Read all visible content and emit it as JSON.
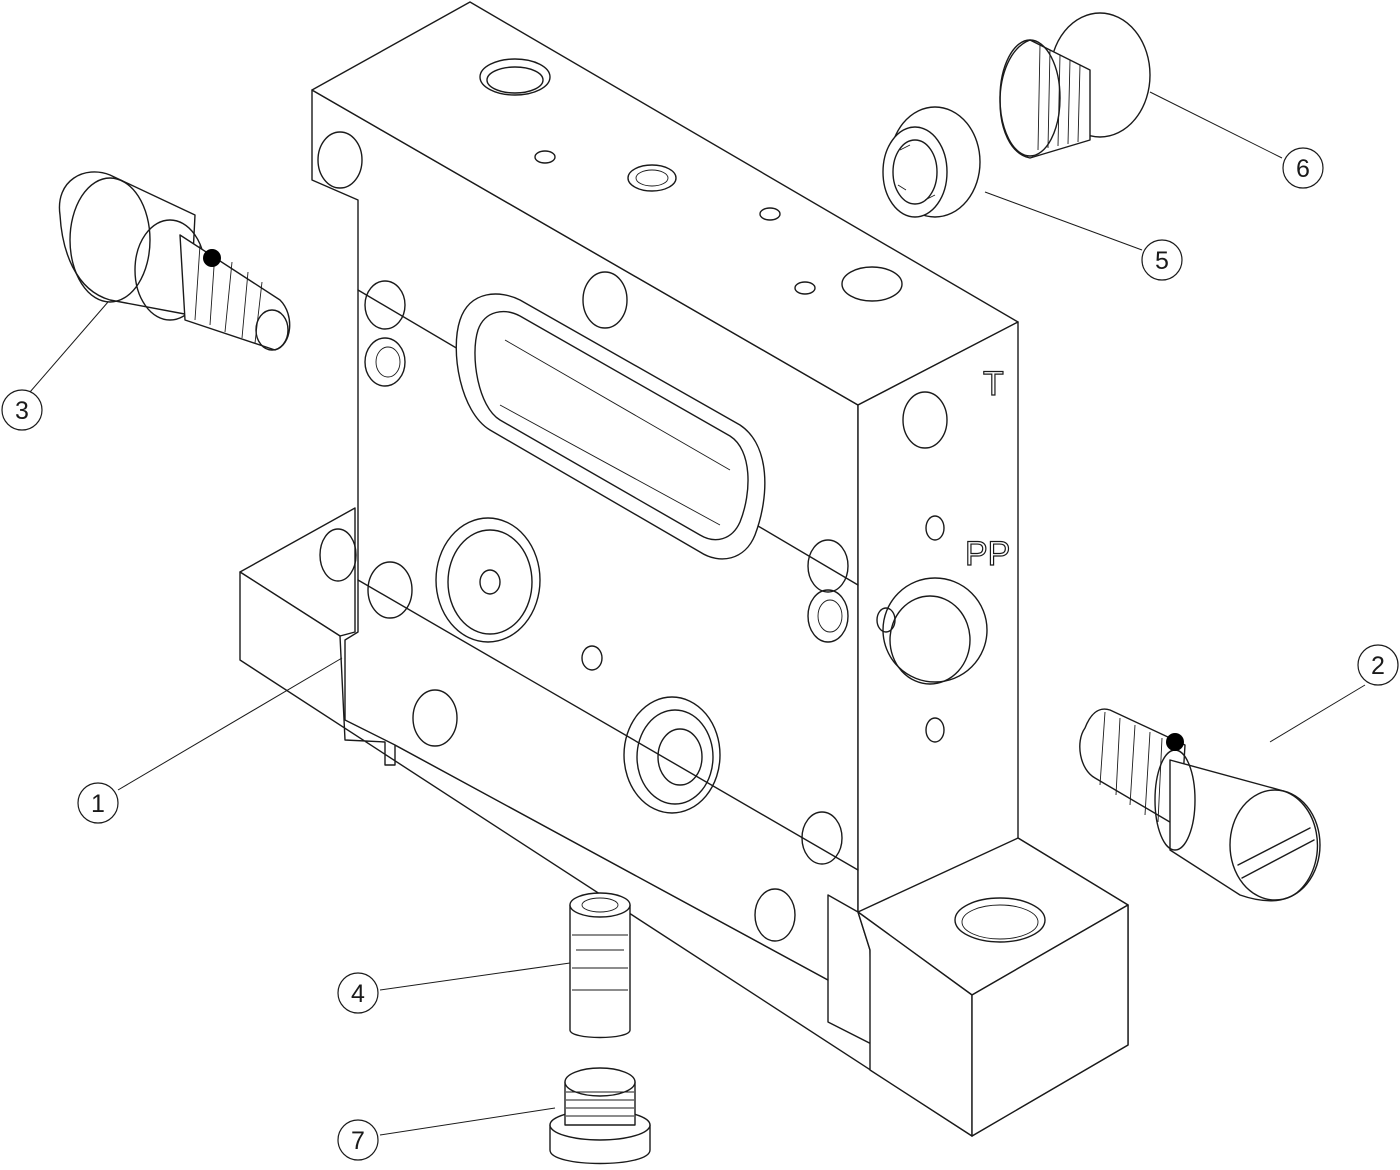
{
  "diagram": {
    "port_labels": {
      "t": "T",
      "pp": "PP"
    },
    "callouts": [
      {
        "id": "1",
        "label": "1"
      },
      {
        "id": "2",
        "label": "2"
      },
      {
        "id": "3",
        "label": "3"
      },
      {
        "id": "4",
        "label": "4"
      },
      {
        "id": "5",
        "label": "5"
      },
      {
        "id": "6",
        "label": "6"
      },
      {
        "id": "7",
        "label": "7"
      }
    ]
  }
}
